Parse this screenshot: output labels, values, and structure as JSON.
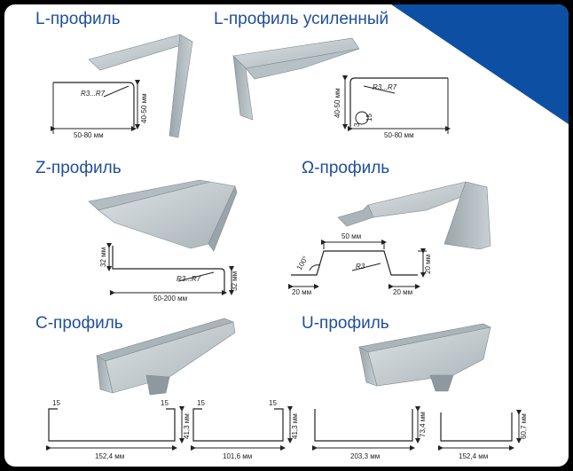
{
  "titles": {
    "l": "L-профиль",
    "l_reinforced": "L-профиль усиленный",
    "z": "Z-профиль",
    "omega": "Ω-профиль",
    "c": "C-профиль",
    "u": "U-профиль"
  },
  "l_profile": {
    "radius": "R3...R7",
    "height": "40-50 мм",
    "width": "50-80 мм"
  },
  "l_reinforced": {
    "radius": "R3...R7",
    "height": "40-50 мм",
    "width": "50-80 мм",
    "fold_a": "3",
    "fold_b": "15"
  },
  "z_profile": {
    "left_height": "32 мм",
    "radius": "R3...R7",
    "right_height": "32 мм",
    "width": "50-200 мм"
  },
  "omega_profile": {
    "top": "50 мм",
    "angle": "100°",
    "radius": "R3",
    "height": "20 мм",
    "left_flange": "20 мм",
    "right_flange": "20 мм"
  },
  "c_profile": {
    "a": {
      "lip_left": "15",
      "lip_right": "15",
      "height": "41,3 мм",
      "width": "152,4 мм"
    },
    "b": {
      "lip_left": "15",
      "lip_right": "15",
      "height": "41,3 мм",
      "width": "101,6 мм"
    }
  },
  "u_profile": {
    "a": {
      "height": "73,4 мм",
      "width": "203,3 мм"
    },
    "b": {
      "height": "60,7 мм",
      "width": "152,4 мм"
    }
  },
  "colors": {
    "title": "#1f4f9c",
    "accent": "#0d4fa3",
    "metal_light": "#c9d1d6",
    "metal_dark": "#8e999f"
  }
}
